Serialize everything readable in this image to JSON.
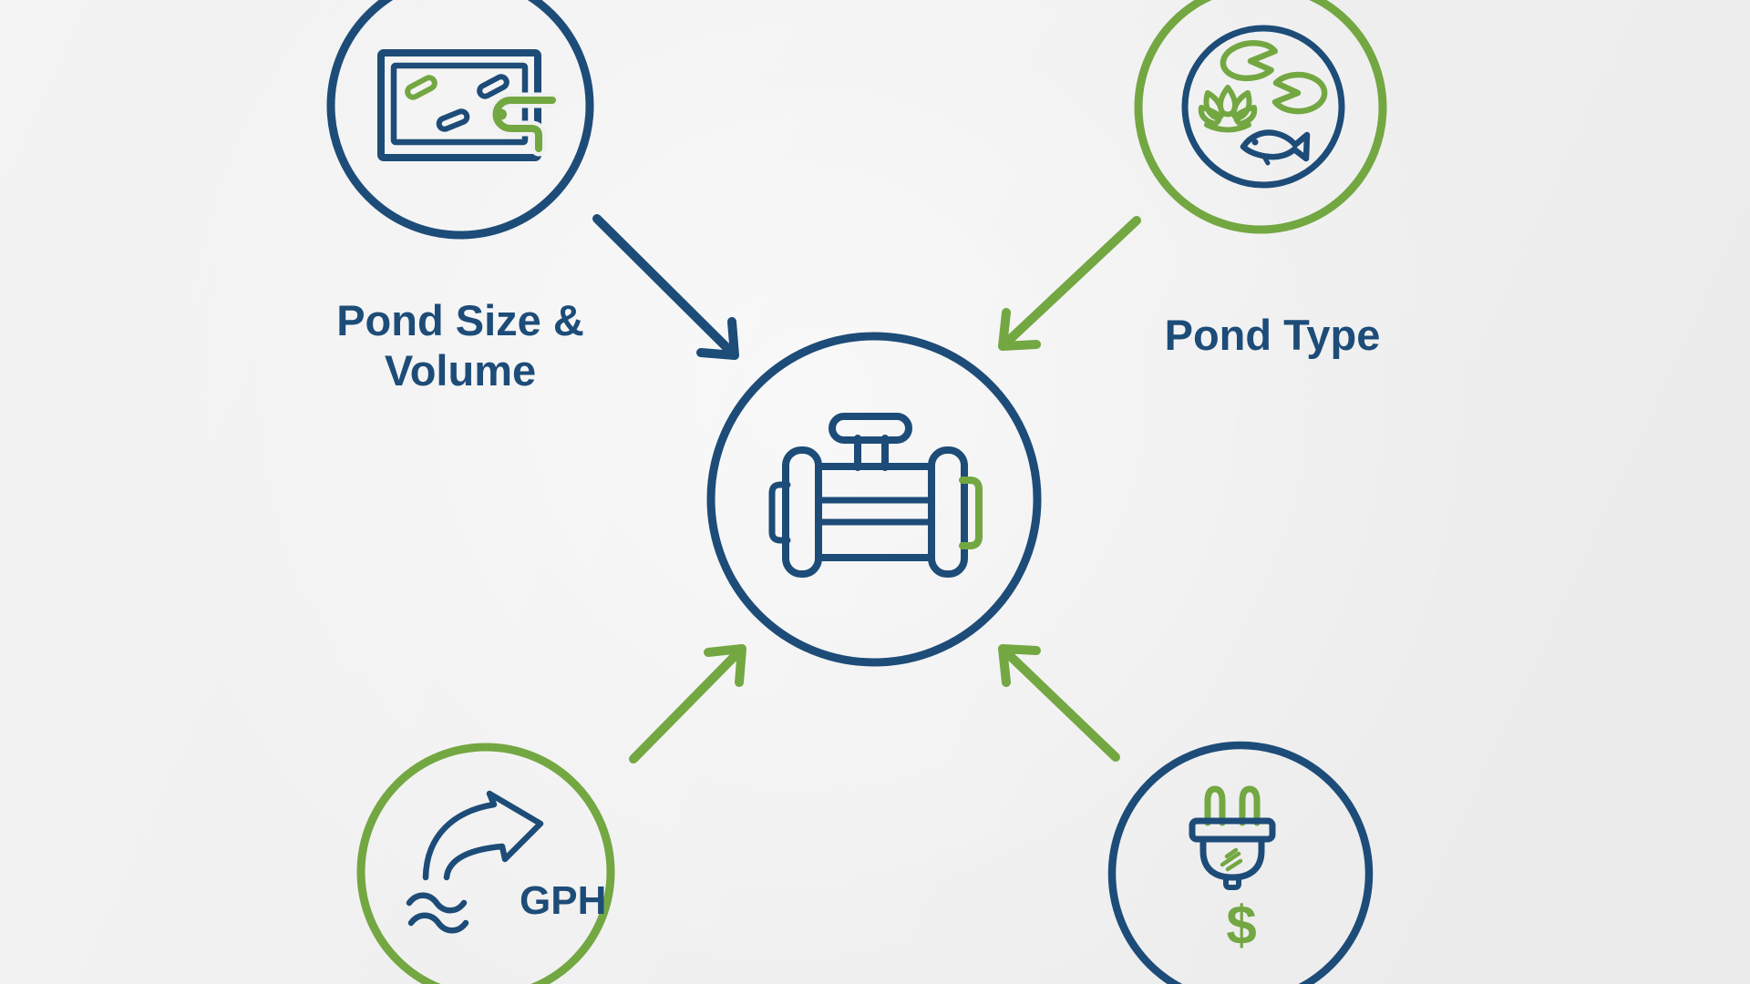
{
  "theme": {
    "navy": "#1d4c78",
    "green": "#73a742",
    "bg": "#f0f0f0"
  },
  "center_node": {
    "icon": "pond-pump-icon"
  },
  "nodes": {
    "pond_size": {
      "label_line1": "Pond Size &",
      "label_line2": "Volume",
      "icon": "pond-top-view-icon"
    },
    "pond_type": {
      "label": "Pond Type",
      "icon": "lily-pads-lotus-fish-icon"
    },
    "flow": {
      "label": "GPH",
      "icon": "flow-curve-arrow-waves-icon"
    },
    "cost": {
      "label": "$",
      "icon": "power-plug-icon"
    }
  }
}
